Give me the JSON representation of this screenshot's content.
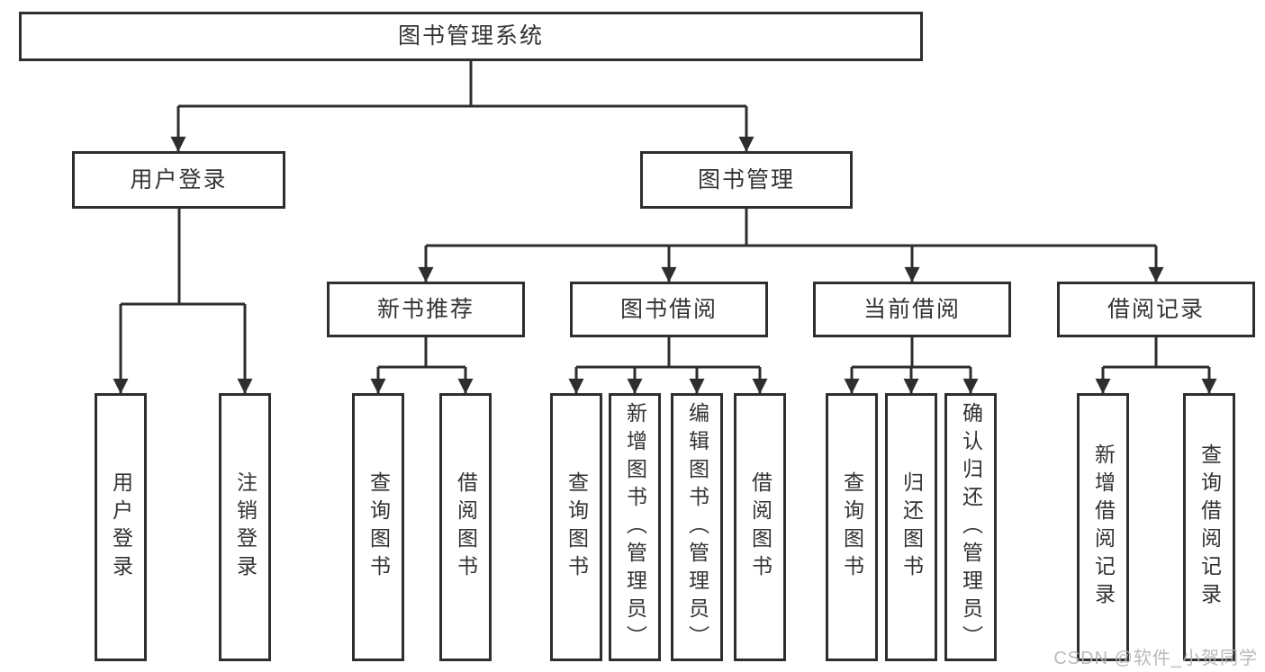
{
  "tree": {
    "root": {
      "label": "图书管理系统"
    },
    "branches": [
      {
        "label": "用户登录",
        "children": [
          {
            "label": "用户登录"
          },
          {
            "label": "注销登录"
          }
        ]
      },
      {
        "label": "图书管理",
        "children": [
          {
            "label": "新书推荐",
            "children": [
              {
                "label": "查询图书"
              },
              {
                "label": "借阅图书"
              }
            ]
          },
          {
            "label": "图书借阅",
            "children": [
              {
                "label": "查询图书"
              },
              {
                "label": "新增图书（管理员）"
              },
              {
                "label": "编辑图书（管理员）"
              },
              {
                "label": "借阅图书"
              }
            ]
          },
          {
            "label": "当前借阅",
            "children": [
              {
                "label": "查询图书"
              },
              {
                "label": "归还图书"
              },
              {
                "label": "确认归还（管理员）"
              }
            ]
          },
          {
            "label": "借阅记录",
            "children": [
              {
                "label": "新增借阅记录"
              },
              {
                "label": "查询借阅记录"
              }
            ]
          }
        ]
      }
    ]
  },
  "watermark": "CSDN @软件_小贺同学",
  "colors": {
    "line": "#2e2e2e",
    "box_border": "#2e2e2e",
    "text": "#333333",
    "watermark": "#b4b4b4",
    "background": "#ffffff"
  }
}
